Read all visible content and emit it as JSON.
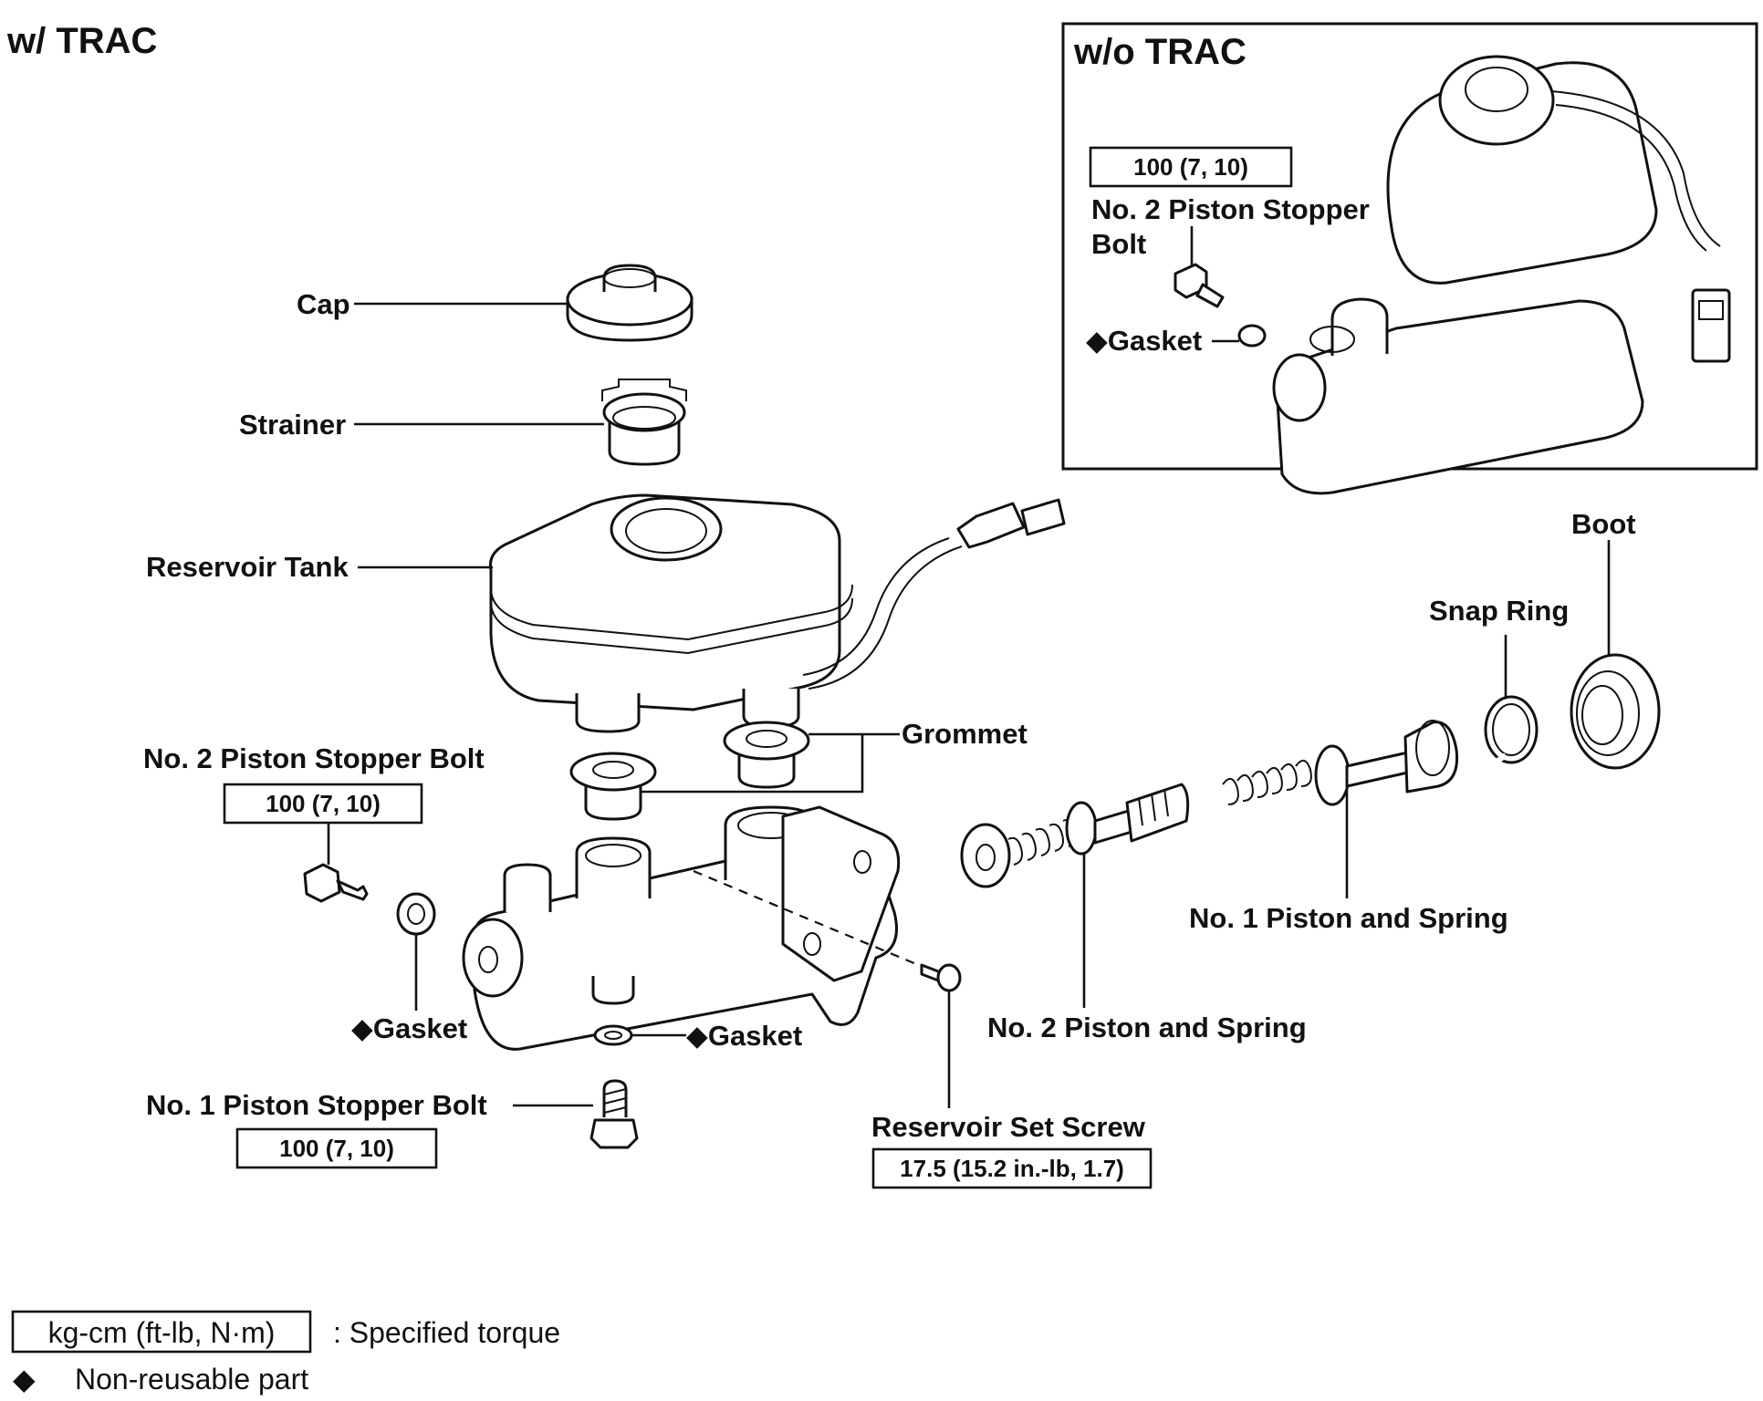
{
  "titles": {
    "with_trac": "w/ TRAC",
    "without_trac": "w/o TRAC"
  },
  "labels": {
    "cap": "Cap",
    "strainer": "Strainer",
    "reservoir_tank": "Reservoir Tank",
    "grommet": "Grommet",
    "no2_piston_stopper_bolt": "No. 2 Piston Stopper Bolt",
    "gasket_left": "◆Gasket",
    "gasket_center": "◆Gasket",
    "no1_piston_stopper_bolt": "No. 1 Piston Stopper Bolt",
    "reservoir_set_screw": "Reservoir Set Screw",
    "no2_piston_and_spring": "No. 2 Piston and Spring",
    "no1_piston_and_spring": "No. 1 Piston and Spring",
    "snap_ring": "Snap Ring",
    "boot": "Boot",
    "inset_bolt_line1": "No. 2 Piston Stopper",
    "inset_bolt_line2": "Bolt",
    "inset_gasket": "◆Gasket"
  },
  "torques": {
    "no2_stopper_bolt": "100 (7, 10)",
    "no1_stopper_bolt": "100 (7, 10)",
    "reservoir_set_screw": "17.5 (15.2 in.-lb, 1.7)",
    "inset_stopper_bolt": "100 (7, 10)"
  },
  "legend": {
    "torque_unit": "kg-cm (ft-lb, N·m)",
    "torque_text": ": Specified torque",
    "marker": "◆",
    "nonreusable_text": "Non-reusable part"
  }
}
